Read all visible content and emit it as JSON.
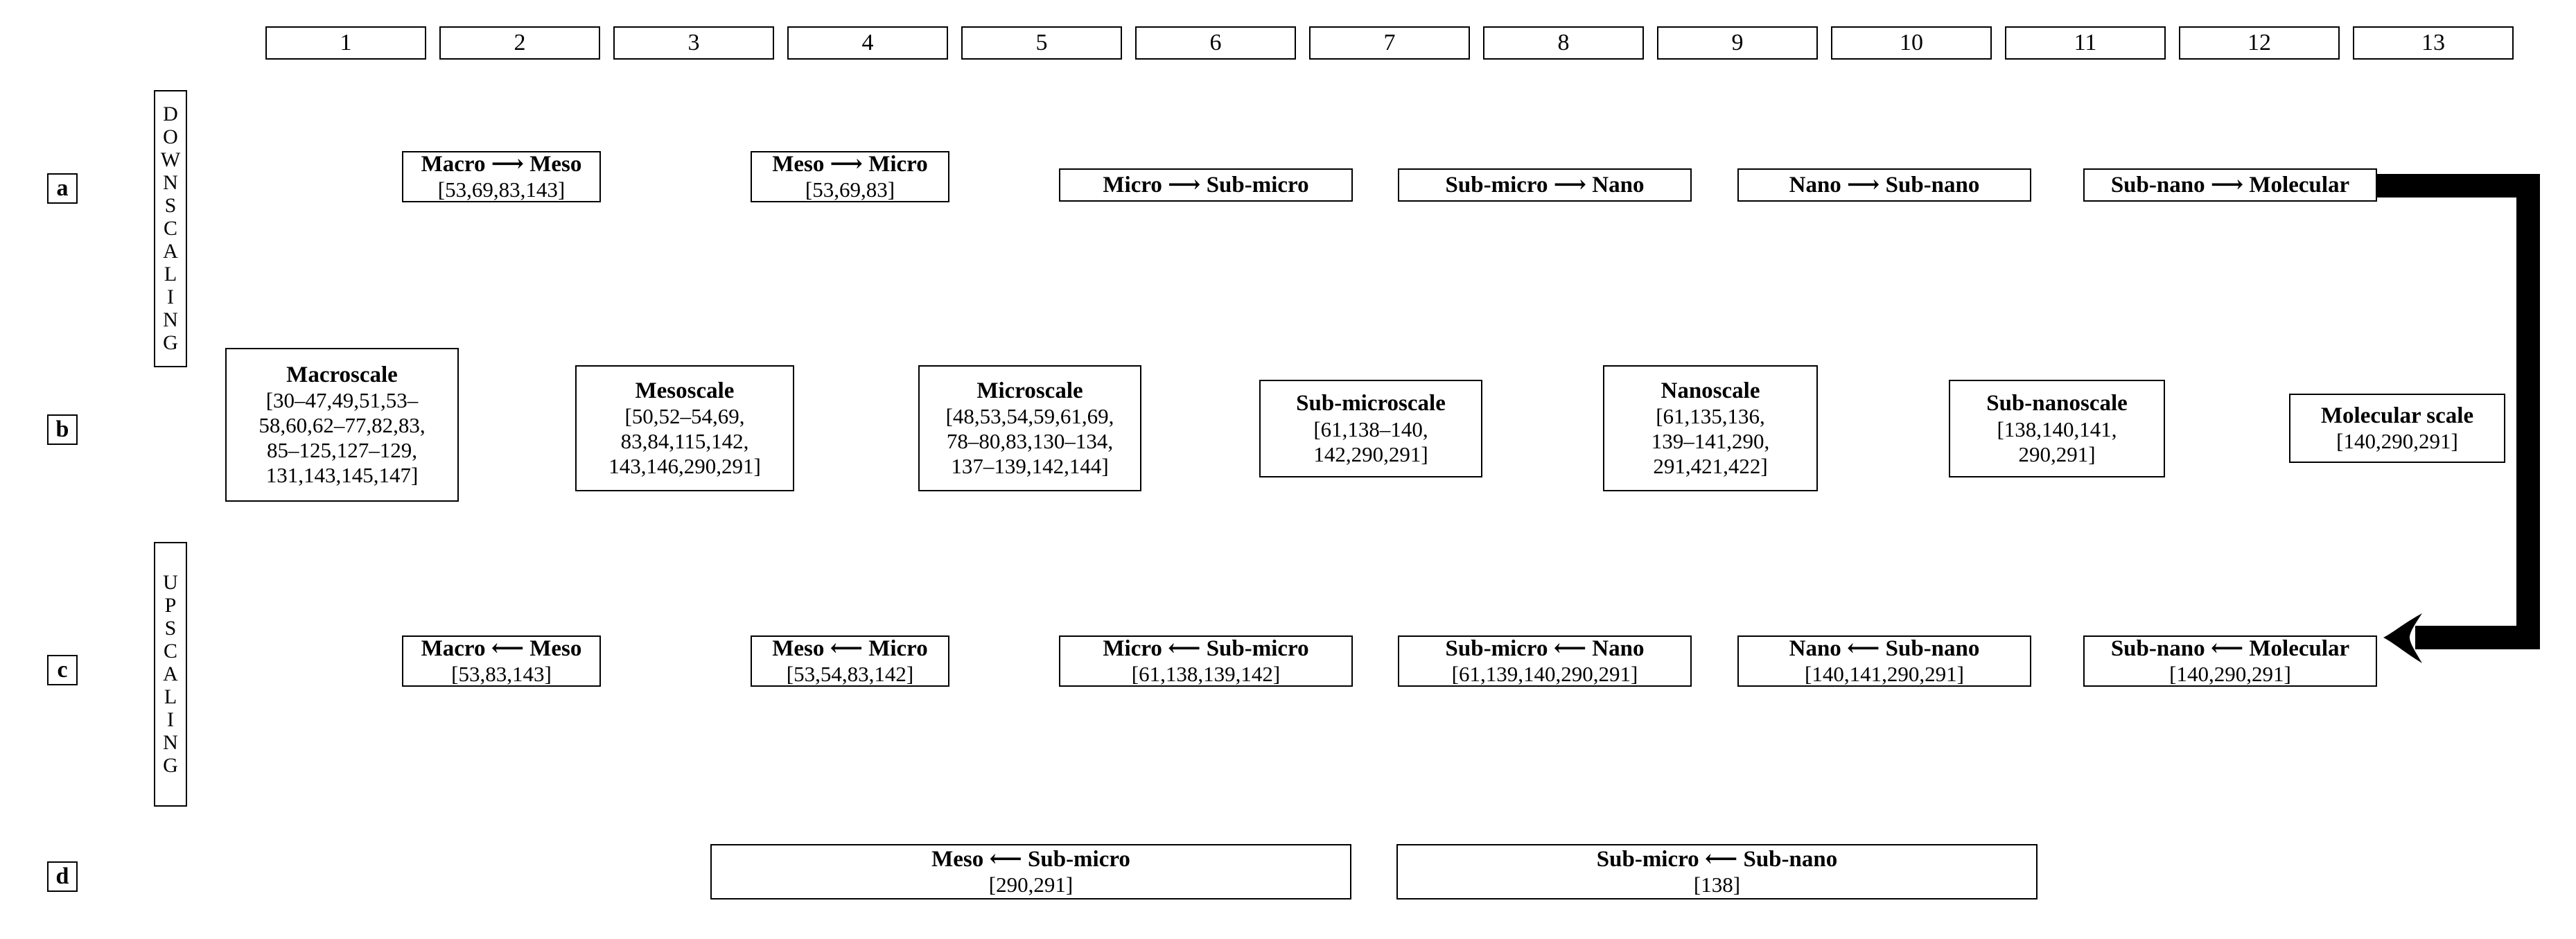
{
  "figure": {
    "columns": [
      "1",
      "2",
      "3",
      "4",
      "5",
      "6",
      "7",
      "8",
      "9",
      "10",
      "11",
      "12",
      "13"
    ],
    "row_labels": [
      "a",
      "b",
      "c",
      "d"
    ],
    "vertical_labels": {
      "downscaling": "DOWNSCALING",
      "upscaling": "UPSCALING"
    },
    "rows": {
      "a": {
        "label": "a",
        "boxes": [
          {
            "title": "Macro ⟶ Meso",
            "cites": "[53,69,83,143]"
          },
          {
            "title": "Meso ⟶ Micro",
            "cites": "[53,69,83]"
          },
          {
            "title": "Micro ⟶ Sub-micro",
            "cites": ""
          },
          {
            "title": "Sub-micro ⟶ Nano",
            "cites": ""
          },
          {
            "title": "Nano ⟶ Sub-nano",
            "cites": ""
          },
          {
            "title": "Sub-nano ⟶ Molecular",
            "cites": ""
          }
        ]
      },
      "b": {
        "label": "b",
        "boxes": [
          {
            "title": "Macroscale",
            "cites": "[30–47,49,51,53–\n58,60,62–77,82,83,\n85–125,127–129,\n131,143,145,147]"
          },
          {
            "title": "Mesoscale",
            "cites": "[50,52–54,69,\n83,84,115,142,\n143,146,290,291]"
          },
          {
            "title": "Microscale",
            "cites": "[48,53,54,59,61,69,\n78–80,83,130–134,\n137–139,142,144]"
          },
          {
            "title": "Sub-microscale",
            "cites": "[61,138–140,\n142,290,291]"
          },
          {
            "title": "Nanoscale",
            "cites": "[61,135,136,\n139–141,290,\n291,421,422]"
          },
          {
            "title": "Sub-nanoscale",
            "cites": "[138,140,141,\n290,291]"
          },
          {
            "title": "Molecular scale",
            "cites": "[140,290,291]"
          }
        ]
      },
      "c": {
        "label": "c",
        "boxes": [
          {
            "title": "Macro ⟵ Meso",
            "cites": "[53,83,143]"
          },
          {
            "title": "Meso ⟵ Micro",
            "cites": "[53,54,83,142]"
          },
          {
            "title": "Micro ⟵ Sub-micro",
            "cites": "[61,138,139,142]"
          },
          {
            "title": "Sub-micro ⟵ Nano",
            "cites": "[61,139,140,290,291]"
          },
          {
            "title": "Nano ⟵ Sub-nano",
            "cites": "[140,141,290,291]"
          },
          {
            "title": "Sub-nano ⟵ Molecular",
            "cites": "[140,290,291]"
          }
        ]
      },
      "d": {
        "label": "d",
        "boxes": [
          {
            "title": "Meso ⟵ Sub-micro",
            "cites": "[290,291]"
          },
          {
            "title": "Sub-micro ⟵ Sub-nano",
            "cites": "[138]"
          }
        ]
      }
    },
    "connector": {
      "name": "feedback-arrow",
      "description": "thick black arrow from Sub-nano to Molecular box down and left into Sub-nano from Molecular box"
    },
    "colors": {
      "ink": "#000000",
      "paper": "#ffffff"
    }
  }
}
